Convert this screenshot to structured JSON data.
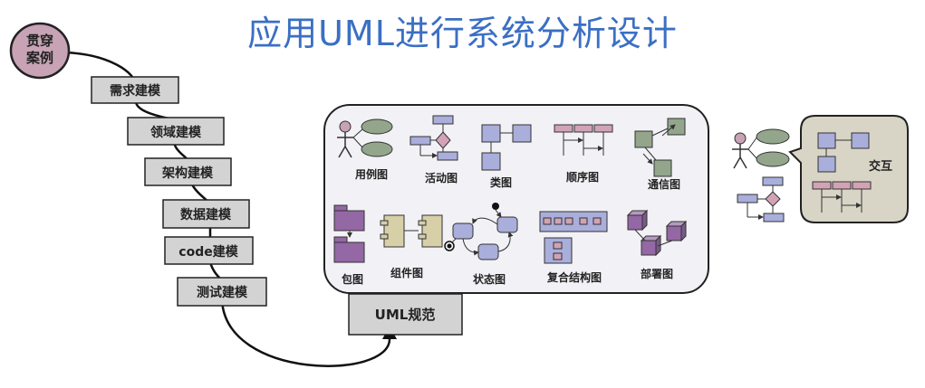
{
  "title": "应用UML进行系统分析设计",
  "start_node": {
    "line1": "贯穿",
    "line2": "案例"
  },
  "steps": [
    {
      "label": "需求建模"
    },
    {
      "label": "领域建模"
    },
    {
      "label": "架构建模"
    },
    {
      "label": "数据建模"
    },
    {
      "label": "code建模"
    },
    {
      "label": "测试建模"
    }
  ],
  "uml_spec_label": "UML规范",
  "diagrams": [
    {
      "name": "用例图",
      "icon": "use-case-icon"
    },
    {
      "name": "活动图",
      "icon": "activity-icon"
    },
    {
      "name": "类图",
      "icon": "class-icon"
    },
    {
      "name": "顺序图",
      "icon": "sequence-icon"
    },
    {
      "name": "通信图",
      "icon": "communication-icon"
    },
    {
      "name": "包图",
      "icon": "package-icon"
    },
    {
      "name": "组件图",
      "icon": "component-icon"
    },
    {
      "name": "状态图",
      "icon": "state-icon"
    },
    {
      "name": "复合结构图",
      "icon": "composite-structure-icon"
    },
    {
      "name": "部署图",
      "icon": "deployment-icon"
    }
  ],
  "interaction_label": "交互",
  "colors": {
    "title": "#3a6fc4",
    "start_node_fill": "#c7a3b5",
    "step_fill": "#d3d3d3",
    "panel_fill": "#f2f1f5",
    "box_blue": "#a9aedb",
    "box_pink": "#d1a3b5",
    "box_purple": "#9467a5",
    "box_green": "#93a68c",
    "callout_fill": "#d8d5c6"
  }
}
